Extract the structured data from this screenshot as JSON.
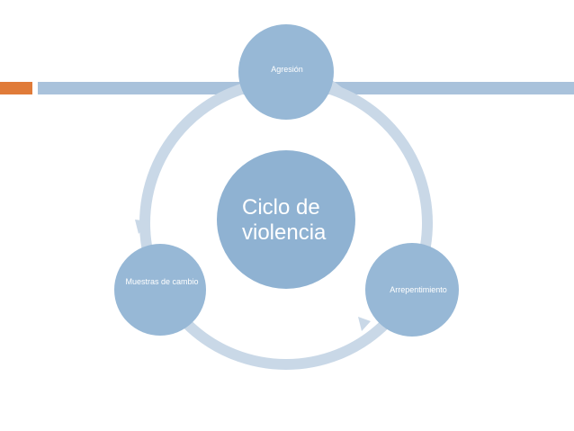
{
  "diagram": {
    "center": {
      "label": "Ciclo de violencia"
    },
    "nodes": [
      {
        "id": "agresion",
        "label": "Agresión"
      },
      {
        "id": "arrepentimiento",
        "label": "Arrepentimiento"
      },
      {
        "id": "muestras",
        "label": "Muestras de cambio"
      }
    ]
  },
  "colors": {
    "accent_orange": "#E07B39",
    "bar_blue": "#A9C2DB",
    "ring_blue": "#C9D8E7",
    "node_blue": "#97B8D6",
    "center_blue": "#8FB2D2",
    "node_text": "#FFFFFF"
  }
}
